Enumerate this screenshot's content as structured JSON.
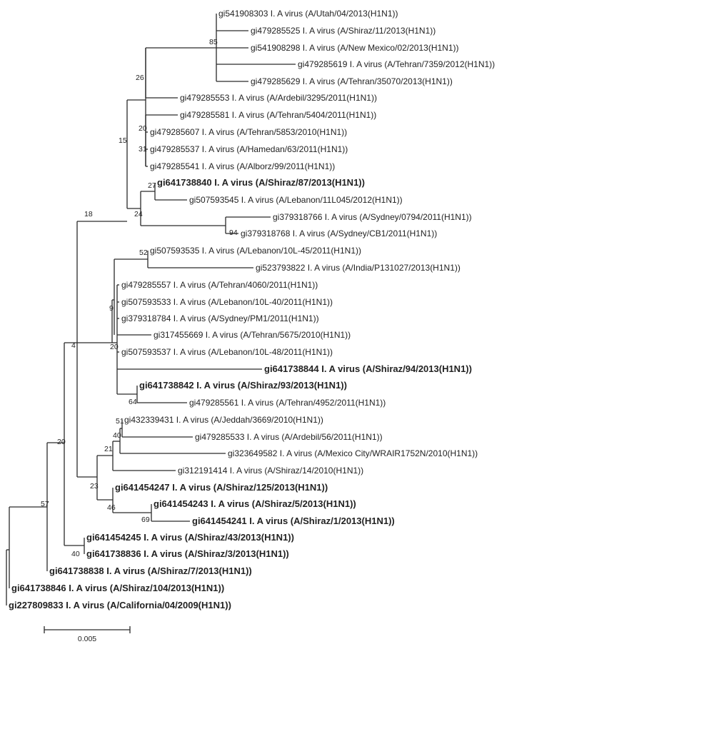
{
  "colors": {
    "branch": "#2a2a2a",
    "text": "#222222",
    "highlight_green": "#4aa81e",
    "highlight_red": "#c8102e"
  },
  "taxa": [
    {
      "id": "gi541908303",
      "label": "gi541908303 I. A virus (A/Utah/04/2013(H1N1))",
      "highlight": null
    },
    {
      "id": "gi479285525",
      "label": "gi479285525 I. A virus (A/Shiraz/11/2013(H1N1))",
      "highlight": null
    },
    {
      "id": "gi541908298",
      "label": "gi541908298 I. A virus (A/New Mexico/02/2013(H1N1))",
      "highlight": null
    },
    {
      "id": "gi479285619",
      "label": "gi479285619 I. A virus (A/Tehran/7359/2012(H1N1))",
      "highlight": null
    },
    {
      "id": "gi479285629",
      "label": "gi479285629 I. A virus (A/Tehran/35070/2013(H1N1))",
      "highlight": null
    },
    {
      "id": "gi479285553",
      "label": "gi479285553 I. A virus (A/Ardebil/3295/2011(H1N1))",
      "highlight": null
    },
    {
      "id": "gi479285581",
      "label": "gi479285581 I. A virus (A/Tehran/5404/2011(H1N1))",
      "highlight": null
    },
    {
      "id": "gi479285607",
      "label": "gi479285607 I. A virus (A/Tehran/5853/2010(H1N1))",
      "highlight": null
    },
    {
      "id": "gi479285537",
      "label": "gi479285537 I. A virus (A/Hamedan/63/2011(H1N1))",
      "highlight": null
    },
    {
      "id": "gi479285541",
      "label": "gi479285541 I. A virus (A/Alborz/99/2011(H1N1))",
      "highlight": null
    },
    {
      "id": "gi641738840",
      "label": "gi641738840 I. A virus (A/Shiraz/87/2013(H1N1))",
      "highlight": "green"
    },
    {
      "id": "gi507593545",
      "label": "gi507593545 I. A virus (A/Lebanon/11L045/2012(H1N1))",
      "highlight": null
    },
    {
      "id": "gi379318766",
      "label": "gi379318766 I. A virus (A/Sydney/0794/2011(H1N1))",
      "highlight": null
    },
    {
      "id": "gi379318768",
      "label": "gi379318768 I. A virus (A/Sydney/CB1/2011(H1N1))",
      "highlight": null
    },
    {
      "id": "gi507593535",
      "label": "gi507593535 I. A virus (A/Lebanon/10L-45/2011(H1N1))",
      "highlight": null
    },
    {
      "id": "gi523793822",
      "label": "gi523793822 I. A virus (A/India/P131027/2013(H1N1))",
      "highlight": null
    },
    {
      "id": "gi479285557",
      "label": "gi479285557 I. A virus (A/Tehran/4060/2011(H1N1))",
      "highlight": null
    },
    {
      "id": "gi507593533",
      "label": "gi507593533 I. A virus (A/Lebanon/10L-40/2011(H1N1))",
      "highlight": null
    },
    {
      "id": "gi379318784",
      "label": "gi379318784 I. A virus (A/Sydney/PM1/2011(H1N1))",
      "highlight": null
    },
    {
      "id": "gi317455669",
      "label": "gi317455669 I. A virus (A/Tehran/5675/2010(H1N1))",
      "highlight": null
    },
    {
      "id": "gi507593537",
      "label": "gi507593537 I. A virus (A/Lebanon/10L-48/2011(H1N1))",
      "highlight": null
    },
    {
      "id": "gi641738844",
      "label": "gi641738844 I. A virus (A/Shiraz/94/2013(H1N1))",
      "highlight": "green"
    },
    {
      "id": "gi641738842",
      "label": "gi641738842 I. A virus (A/Shiraz/93/2013(H1N1))",
      "highlight": "green"
    },
    {
      "id": "gi479285561",
      "label": "gi479285561 I. A virus (A/Tehran/4952/2011(H1N1))",
      "highlight": null
    },
    {
      "id": "gi432339431",
      "label": "gi432339431 I. A virus (A/Jeddah/3669/2010(H1N1))",
      "highlight": null
    },
    {
      "id": "gi479285533",
      "label": "gi479285533 I. A virus (A/Ardebil/56/2011(H1N1))",
      "highlight": null
    },
    {
      "id": "gi323649582",
      "label": "gi323649582 I. A virus (A/Mexico City/WRAIR1752N/2010(H1N1))",
      "highlight": null
    },
    {
      "id": "gi312191414",
      "label": "gi312191414 I. A virus (A/Shiraz/14/2010(H1N1))",
      "highlight": null
    },
    {
      "id": "gi641454247",
      "label": "gi641454247 I. A virus (A/Shiraz/125/2013(H1N1))",
      "highlight": "green"
    },
    {
      "id": "gi641454243",
      "label": "gi641454243 I. A virus (A/Shiraz/5/2013(H1N1))",
      "highlight": "green"
    },
    {
      "id": "gi641454241",
      "label": "gi641454241 I. A virus (A/Shiraz/1/2013(H1N1))",
      "highlight": "green"
    },
    {
      "id": "gi641454245",
      "label": "gi641454245 I. A virus (A/Shiraz/43/2013(H1N1))",
      "highlight": "green"
    },
    {
      "id": "gi641738836",
      "label": "gi641738836 I. A virus (A/Shiraz/3/2013(H1N1))",
      "highlight": "green"
    },
    {
      "id": "gi641738838",
      "label": "gi641738838 I. A virus (A/Shiraz/7/2013(H1N1))",
      "highlight": "green"
    },
    {
      "id": "gi641738846",
      "label": "gi641738846 I. A virus (A/Shiraz/104/2013(H1N1))",
      "highlight": "green"
    },
    {
      "id": "gi227809833",
      "label": "gi227809833 I. A virus (A/California/04/2009(H1N1))",
      "highlight": "red"
    }
  ],
  "bootstrap_values": [
    "85",
    "26",
    "20",
    "31",
    "15",
    "27",
    "24",
    "94",
    "18",
    "52",
    "9",
    "20",
    "64",
    "4",
    "51",
    "40",
    "21",
    "23",
    "46",
    "69",
    "20",
    "40",
    "57"
  ],
  "scale_bar": {
    "label": "0.005"
  }
}
